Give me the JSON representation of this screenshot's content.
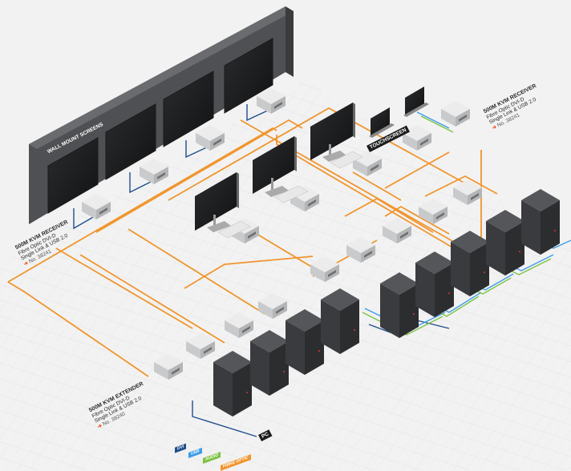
{
  "receiver_left": {
    "title": "500M KVM RECEIVER",
    "line1": "Fibre Optic DVI-D",
    "line2": "Single Link & USB 2.0",
    "part": "No. 38241"
  },
  "receiver_right": {
    "title": "500M KVM RECEIVER",
    "line1": "Fibre Optic DVI-D",
    "line2": "Single Link & USB 2.0",
    "part": "No. 38241"
  },
  "extender": {
    "title": "500M KVM EXTENDER",
    "line1": "Fibre Optic DVI-D",
    "line2": "Single Link & USB 2.0",
    "part": "No. 38240"
  },
  "wall_label": "WALL MOUNT SCREENS",
  "touchscreen_label": "TOUCHSCREEN",
  "pc_label": "PC",
  "arrow_glyph": "➔",
  "legend": [
    {
      "label": "DVI",
      "color": "#1f4e8c"
    },
    {
      "label": "USB",
      "color": "#3d9be9"
    },
    {
      "label": "AUDIO",
      "color": "#7cc242"
    },
    {
      "label": "FIBRE OPTIC",
      "color": "#f0952d"
    }
  ],
  "colors": {
    "fibre": "#f0952d",
    "dvi": "#1f4e8c",
    "usb": "#3d9be9",
    "audio": "#7cc242",
    "wall": "#555659",
    "box": "#d9dadb",
    "pc": "#3b3c3e"
  }
}
